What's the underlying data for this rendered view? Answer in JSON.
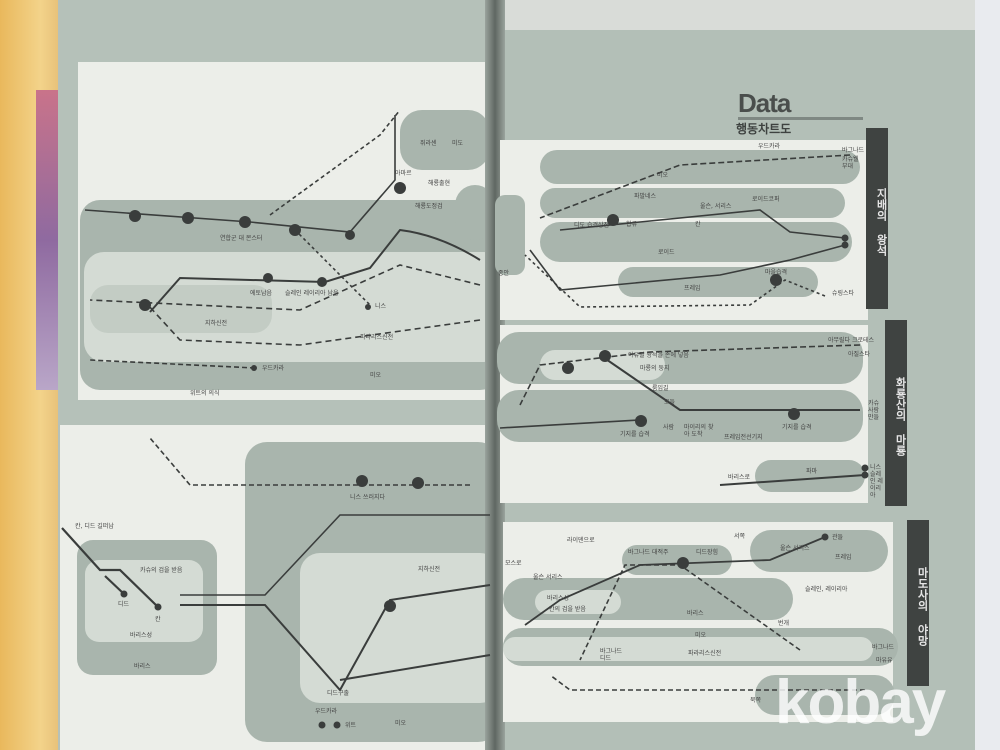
{
  "header": {
    "title": "Data",
    "subtitle": "행동차트도"
  },
  "tabs": [
    "지배의 왕석",
    "화룡산의 마룡",
    "마도사의 야망"
  ],
  "left_top": {
    "labels": [
      "쥐라센",
      "미도",
      "아마르",
      "해룡출현",
      "해룡도정검",
      "연합군 대 몬스터",
      "에토남음",
      "슬레인 레이리아 남음",
      "니스",
      "지하신전",
      "파라리스신전",
      "우드카라",
      "미오",
      "위트의 의식"
    ]
  },
  "left_bottom": {
    "labels": [
      "니스 쓰러지다",
      "지하신전",
      "디드구출",
      "우드카라",
      "위트",
      "미오",
      "칸, 디드 길떠남",
      "카슈의 검을 받음",
      "디드",
      "칸",
      "바리스성",
      "바리스"
    ]
  },
  "right_1": {
    "labels": [
      "우드카라",
      "바그나드",
      "카슈웰 부대",
      "미오",
      "파발네스",
      "울슨, 서리스",
      "로이드코퍼",
      "디도 습격상점",
      "합류",
      "칸",
      "로이드",
      "마을습격",
      "프레임",
      "슈링스타",
      "종안"
    ]
  },
  "right_2": {
    "labels": [
      "아유릴 왕석을 손에 넣음",
      "아무릴다 크로테스",
      "아질스타",
      "마룡의 둥지",
      "룸임길",
      "모들",
      "카슈 사람 만들",
      "기지를 습격",
      "사람",
      "마이리의 찾아 도착",
      "프레임전선기지",
      "기지를 습격",
      "바리스로",
      "파마",
      "니스 슬레인 레이리아"
    ]
  },
  "right_3": {
    "labels": [
      "라이덴으로",
      "서쪽",
      "관들",
      "바그나드 대적주",
      "디드장힘",
      "울슨 서리스",
      "프레임",
      "모스로",
      "울슨 서리스",
      "바리스성",
      "칸의 검을 받음",
      "슬레인, 레이리아",
      "바리스",
      "번개",
      "미오",
      "바그나드",
      "파라리스신전",
      "바그나드 디드",
      "마유유",
      "북쪽"
    ]
  },
  "watermark": "kobay",
  "colors": {
    "page": "#b5c1b9",
    "panel": "#eceee9",
    "band": "#a9b5ad",
    "line": "#3a3d3c",
    "tab": "#3f4341"
  }
}
